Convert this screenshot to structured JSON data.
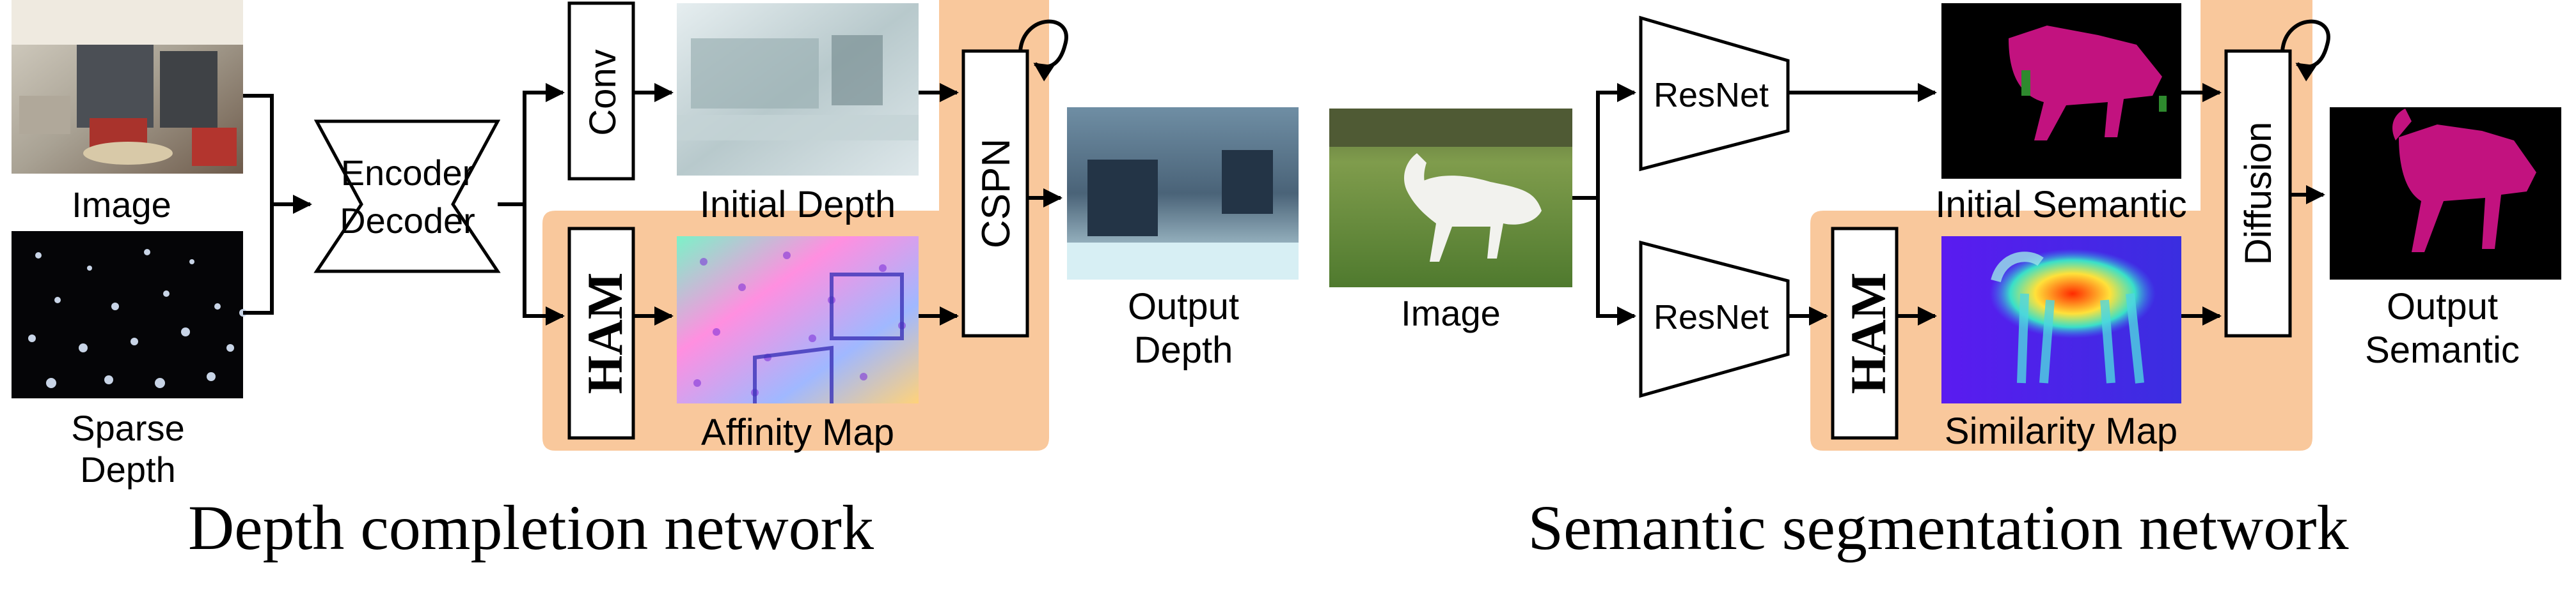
{
  "depth_network": {
    "caption": "Depth completion network",
    "image_label": "Image",
    "sparse_label_line1": "Sparse",
    "sparse_label_line2": "Depth",
    "encoder_label": "Encoder",
    "decoder_label": "Decoder",
    "conv_label": "Conv",
    "ham_label": "HAM",
    "initial_depth_label": "Initial Depth",
    "affinity_map_label": "Affinity Map",
    "cspn_label": "CSPN",
    "output_label_line1": "Output",
    "output_label_line2": "Depth"
  },
  "semantic_network": {
    "caption": "Semantic segmentation network",
    "image_label": "Image",
    "resnet_top_label": "ResNet",
    "resnet_bottom_label": "ResNet",
    "ham_label": "HAM",
    "initial_semantic_label": "Initial Semantic",
    "similarity_map_label": "Similarity Map",
    "diffusion_label": "Diffusion",
    "output_label_line1": "Output",
    "output_label_line2": "Semantic"
  },
  "colors": {
    "highlight_region": "#f9c89c",
    "stroke": "#000000",
    "magenta_mask": "#c2127f"
  }
}
